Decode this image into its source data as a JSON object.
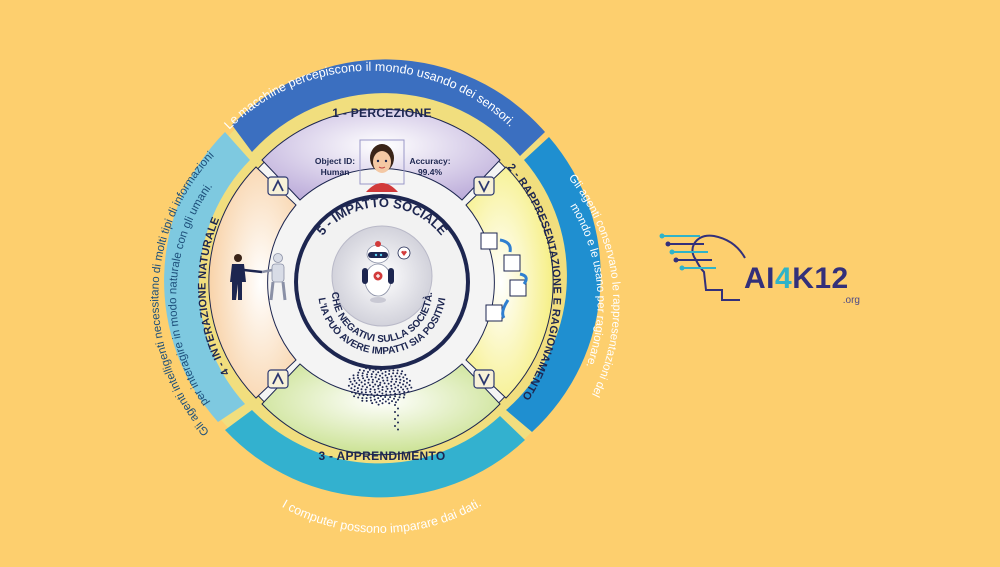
{
  "outer_ring": {
    "top": "Le macchine percepiscono il mondo usando dei sensori.",
    "right": "Gli agenti conservano le rappresentazioni del mondo e le usano per ragionare.",
    "bottom": "I computer possono imparare dai dati.",
    "left": "Gli agenti intelligenti necessitano di molti tipi di informazioni per interagire in modo naturale con gli umani."
  },
  "sections": {
    "perception": {
      "title": "1 - PERCEZIONE",
      "object_label": "Object ID:",
      "object_value": "Human",
      "accuracy_label": "Accuracy:",
      "accuracy_value": "99.4%"
    },
    "representation": {
      "title": "2 - RAPPRESENTAZIONE E RAGIONAMENTO"
    },
    "learning": {
      "title": "3 - APPRENDIMENTO"
    },
    "interaction": {
      "title": "4 - INTERAZIONE NATURALE"
    },
    "social": {
      "title": "5 - IMPATTO SOCIALE",
      "line1": "L'IA PUÒ AVERE IMPATTI SIA POSITIVI",
      "line2": "CHE NEGATIVI SULLA SOCIETÀ."
    }
  },
  "logo": {
    "word_a": "AI",
    "word_four": "4",
    "word_b": "K12",
    "domain": ".org"
  },
  "colors": {
    "background": "#fdcf6e",
    "ring_top": "#3b6fc0",
    "ring_right": "#1f8fd0",
    "ring_bottom": "#33b1cf",
    "ring_left": "#7ec9e0",
    "navy": "#1d2650"
  }
}
